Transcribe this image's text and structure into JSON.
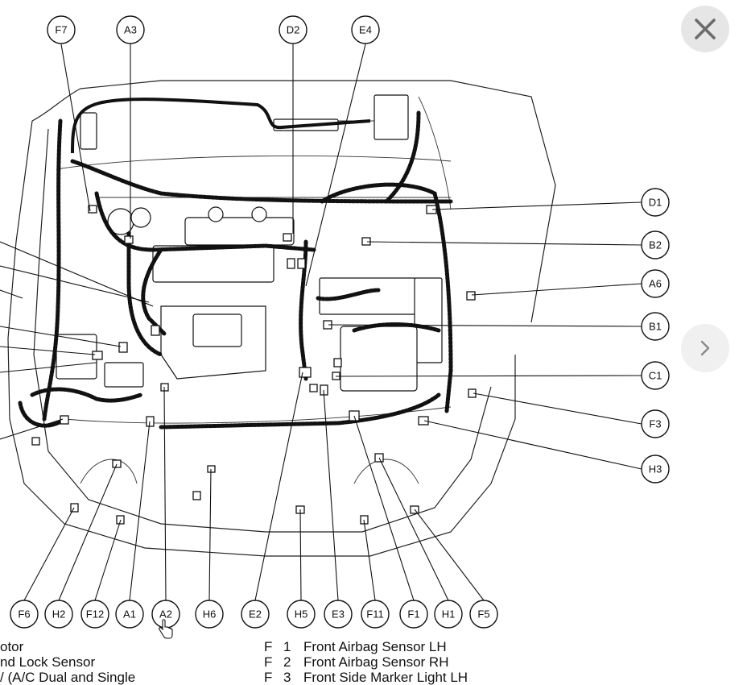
{
  "viewer": {
    "close_icon": "close-x-icon",
    "next_icon": "chevron-right-icon"
  },
  "callouts": {
    "top": [
      "F7",
      "A3",
      "D2",
      "E4"
    ],
    "right": [
      "D1",
      "B2",
      "A6",
      "B1",
      "C1",
      "F3",
      "H3"
    ],
    "bottom": [
      "F6",
      "H2",
      "F12",
      "A1",
      "A2",
      "H6",
      "E2",
      "H5",
      "E3",
      "F11",
      "F1",
      "H1",
      "F5"
    ]
  },
  "legend": {
    "left": [
      {
        "text": "otor"
      },
      {
        "text": "nd Lock Sensor"
      },
      {
        "text": "/ (A/C Dual and Single"
      }
    ],
    "right": [
      {
        "letter": "F",
        "number": "1",
        "name": "Front Airbag Sensor LH"
      },
      {
        "letter": "F",
        "number": "2",
        "name": "Front Airbag Sensor RH"
      },
      {
        "letter": "F",
        "number": "3",
        "name": "Front Side Marker Light LH"
      }
    ]
  }
}
